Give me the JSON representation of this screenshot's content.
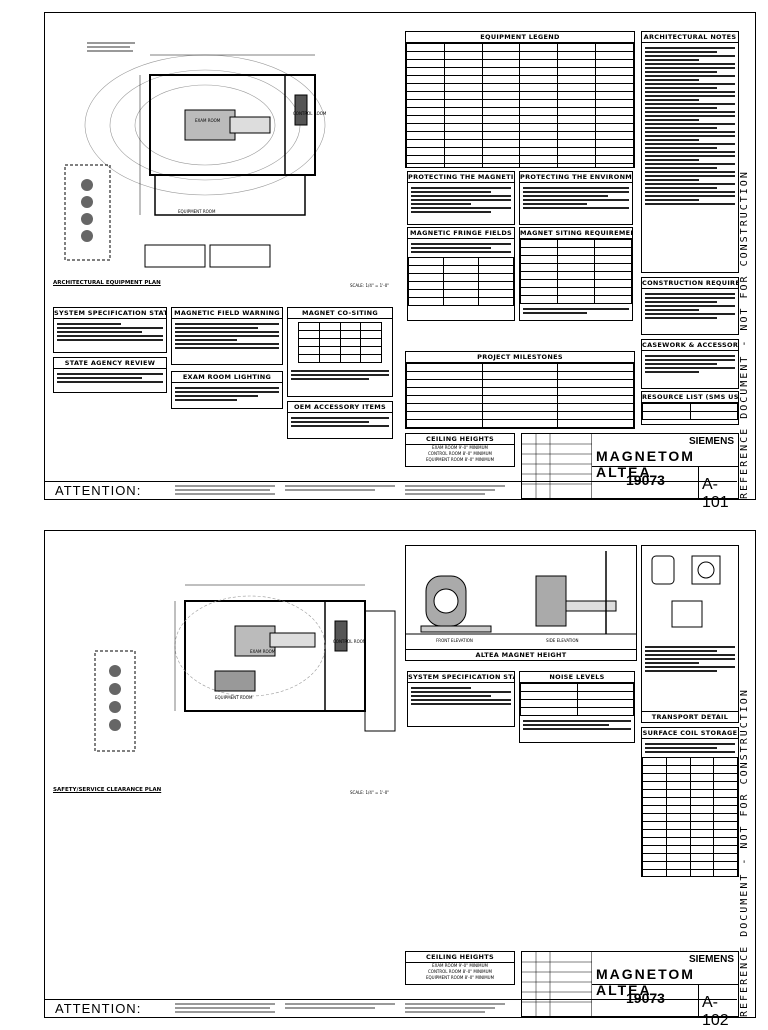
{
  "side_text": "REFERENCE DOCUMENT - NOT FOR CONSTRUCTION",
  "attention_label": "ATTENTION:",
  "brand": "SIEMENS",
  "product": "MAGNETOM ALTEA",
  "project_number": "19073",
  "sheets": [
    {
      "sheet_number": "A-101",
      "plan_title": "ARCHITECTURAL EQUIPMENT PLAN",
      "scale": "SCALE: 1/4\" = 1'-0\"",
      "room_labels": {
        "exam": "EXAM ROOM",
        "equipment": "EQUIPMENT ROOM",
        "control": "CONTROL ROOM"
      },
      "boxes": {
        "equipment_legend": "EQUIPMENT LEGEND",
        "architectural_notes": "ARCHITECTURAL NOTES",
        "protecting_field": "PROTECTING THE MAGNETIC FIELD",
        "protecting_env": "PROTECTING THE ENVIRONMENT",
        "fringe_fields": "MAGNETIC FRINGE FIELDS",
        "siting_reqs": "MAGNET SITING REQUIREMENTS",
        "construction_reqs": "CONSTRUCTION REQUIREMENTS",
        "spec_status": "SYSTEM SPECIFICATION STATUS",
        "field_warning": "MAGNETIC FIELD WARNING",
        "co_siting": "MAGNET CO-SITING",
        "agency_review": "STATE AGENCY REVIEW",
        "exam_lighting": "EXAM ROOM LIGHTING",
        "oem_items": "OEM ACCESSORY ITEMS",
        "milestones": "PROJECT MILESTONES",
        "casework": "CASEWORK & ACCESSORY NOTES",
        "resource_list": "RESOURCE LIST (SMS USE ONLY)",
        "ceiling_heights": "CEILING HEIGHTS"
      },
      "ceiling_lines": [
        "EXAM ROOM 9'-0\" MINIMUM",
        "CONTROL ROOM 8'-0\" MINIMUM",
        "EQUIPMENT ROOM 8'-0\" MINIMUM"
      ]
    },
    {
      "sheet_number": "A-102",
      "plan_title": "SAFETY/SERVICE CLEARANCE PLAN",
      "scale": "SCALE: 1/4\" = 1'-0\"",
      "room_labels": {
        "exam": "EXAM ROOM",
        "equipment": "EQUIPMENT ROOM",
        "control": "CONTROL ROOM"
      },
      "boxes": {
        "magnet_height": "ALTEA MAGNET HEIGHT",
        "front_elev": "FRONT ELEVATION",
        "side_elev": "SIDE ELEVATION",
        "transport": "TRANSPORT DETAIL",
        "spec_status": "SYSTEM SPECIFICATION STATUS",
        "noise_levels": "NOISE LEVELS",
        "coil_storage": "SURFACE COIL STORAGE",
        "ceiling_heights": "CEILING HEIGHTS"
      },
      "ceiling_lines": [
        "EXAM ROOM 9'-0\" MINIMUM",
        "CONTROL ROOM 8'-0\" MINIMUM",
        "EQUIPMENT ROOM 8'-0\" MINIMUM"
      ]
    }
  ]
}
